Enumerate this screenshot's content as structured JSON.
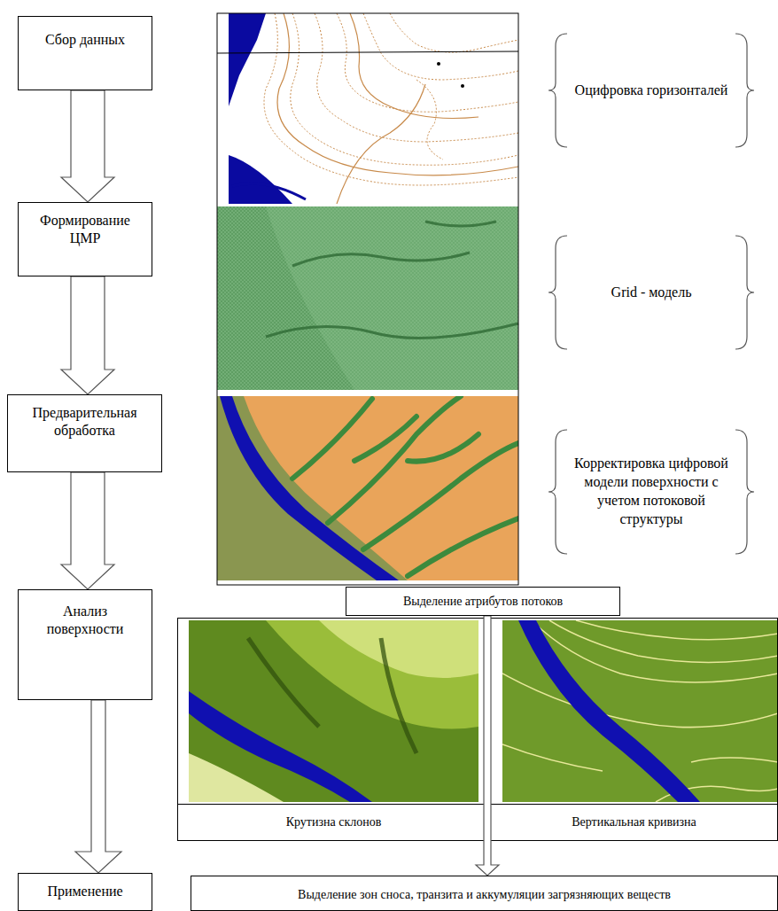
{
  "diagram": {
    "nodes": [
      {
        "text": [
          "Сбор данных"
        ]
      },
      {
        "text": [
          "Формирование ЦМР"
        ]
      },
      {
        "text": [
          "Предварительная обработка"
        ]
      },
      {
        "text": [
          "Анализ поверхности"
        ]
      },
      {
        "text": [
          "Применение"
        ]
      },
      {
        "text": [
          "Выделение атрибутов потоков"
        ]
      },
      {
        "text": [
          "Выделение зон сноса, транзита и аккумуляции загрязняющих веществ"
        ]
      }
    ],
    "edges": [
      {
        "from": 0,
        "to": 1,
        "arrow": "to"
      },
      {
        "from": 1,
        "to": 2,
        "arrow": "to"
      },
      {
        "from": 2,
        "to": 3,
        "arrow": "to"
      },
      {
        "from": 3,
        "to": 4,
        "arrow": "to"
      },
      {
        "from": 5,
        "to": 6,
        "arrow": "to"
      }
    ],
    "labels": [
      "Оцифровка горизонталей",
      "Grid - модель",
      "Корректировка цифровой модели поверхности с учетом потоковой структуры",
      "Крутизна склонов",
      "Вертикальная кривизна"
    ]
  }
}
